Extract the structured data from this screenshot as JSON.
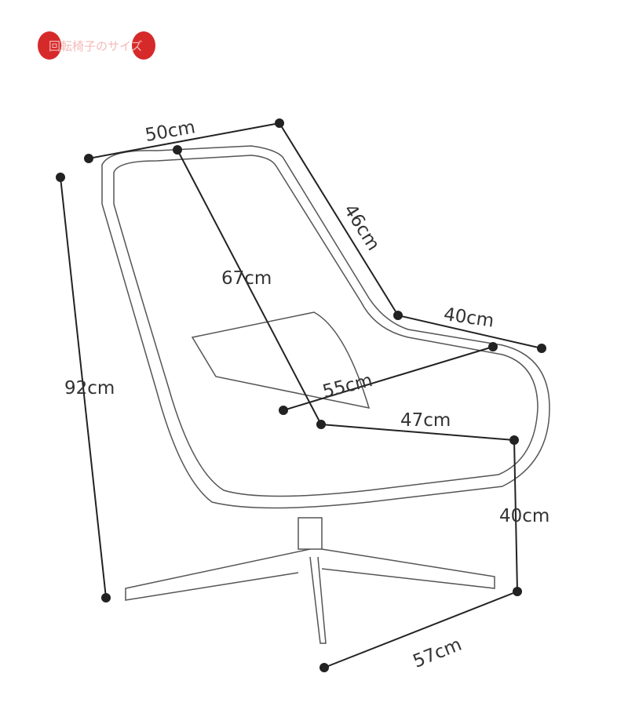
{
  "title": "回転椅子のサイズ",
  "dimensions": {
    "top_width": "50cm",
    "back_depth": "46cm",
    "armrest": "40cm",
    "back_height": "67cm",
    "total_height": "92cm",
    "seat_width": "55cm",
    "seat_depth": "47cm",
    "seat_height": "40cm",
    "base": "57cm"
  },
  "colors": {
    "accent": "#d62a2a",
    "line": "#333333"
  }
}
